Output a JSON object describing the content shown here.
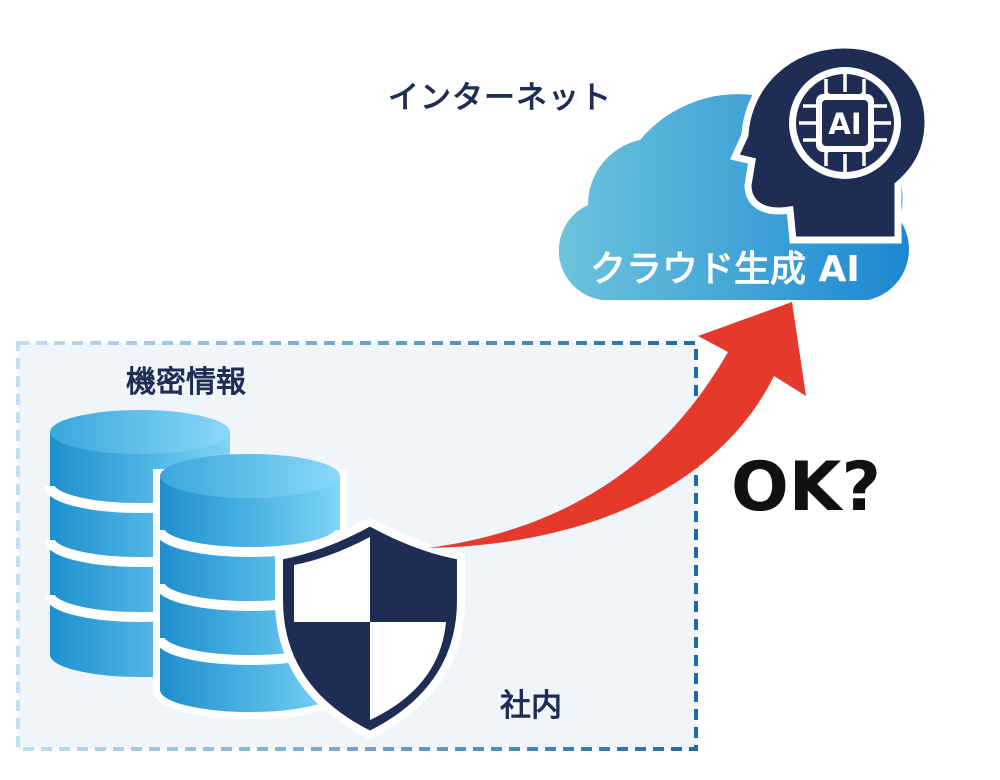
{
  "labels": {
    "internet": "インターネット",
    "cloud_ai": "クラウド生成 AI",
    "confidential": "機密情報",
    "in_house": "社内",
    "question": "OK?",
    "ai_badge": "AI"
  },
  "icons": [
    "database-icon",
    "shield-icon",
    "cloud-icon",
    "ai-head-icon",
    "arrow-icon"
  ],
  "colors": {
    "navy": "#1f2d55",
    "arrow_red": "#e5392b",
    "boundary_blue": "#1f6aa5",
    "boundary_fill": "#f0f5fa",
    "cloud_light": "#66bfdb",
    "cloud_dark": "#1c87d2"
  }
}
